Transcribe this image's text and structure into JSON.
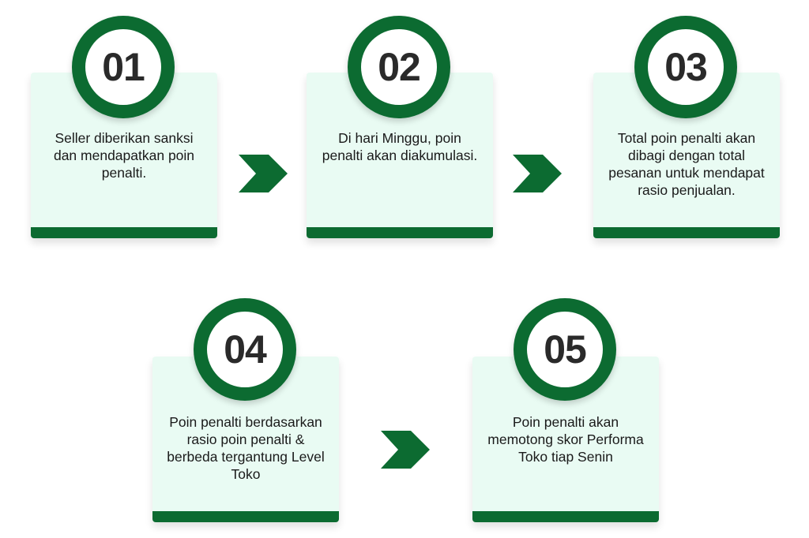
{
  "steps": [
    {
      "number": "01",
      "text": "Seller diberikan sanksi dan mendapatkan poin penalti."
    },
    {
      "number": "02",
      "text": "Di hari Minggu, poin penalti akan diakumulasi."
    },
    {
      "number": "03",
      "text": "Total poin penalti akan dibagi dengan total pesanan untuk mendapat rasio penjualan."
    },
    {
      "number": "04",
      "text": "Poin penalti berdasarkan rasio poin penalti & berbeda tergantung Level Toko"
    },
    {
      "number": "05",
      "text": "Poin penalti akan memotong skor Performa Toko tiap Senin"
    }
  ],
  "colors": {
    "accent": "#0c6b31",
    "card_bg": "#e9fbf3",
    "text": "#1a1a1a"
  }
}
